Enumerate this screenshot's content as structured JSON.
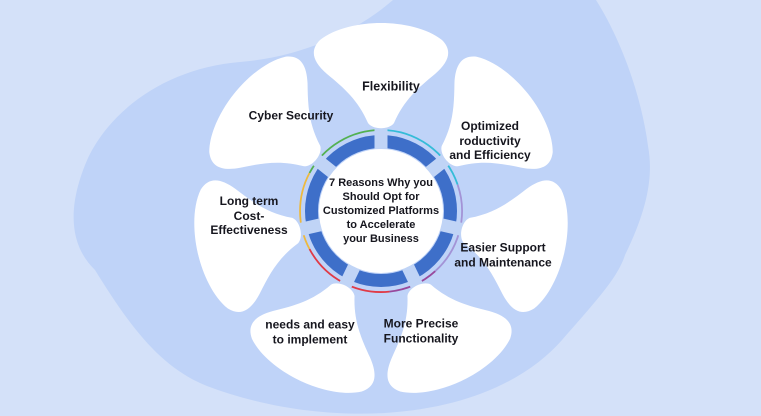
{
  "title": "7 Reasons Why you Should Opt for Customized Platforms to Accelerate your Business",
  "colors": {
    "background": "#d4e1f9",
    "blob": "#bfd3f8",
    "petal": "#ffffff",
    "ring": "#3e6fc9",
    "spoke": "#c0d4f6",
    "disc": "#ffffff",
    "text": "#16161e"
  },
  "center": {
    "label": "7 Reasons Why you Should Opt for Customized Platforms to Accelerate your Business",
    "lines": [
      "7 Reasons Why you",
      "Should Opt for",
      "Customized Platforms",
      "to Accelerate",
      "your Business"
    ]
  },
  "petals": [
    {
      "label": "Flexibility",
      "lines": [
        "Flexibility"
      ]
    },
    {
      "label": "Optimized roductivity and Efficiency",
      "lines": [
        "Optimized",
        "roductivity",
        "and Efficiency"
      ]
    },
    {
      "label": "Easier Support and Maintenance",
      "lines": [
        "Easier Support",
        "and Maintenance"
      ]
    },
    {
      "label": "More Precise Functionality",
      "lines": [
        "More Precise",
        "Functionality"
      ]
    },
    {
      "label": "needs and easy to implement",
      "lines": [
        "needs and easy",
        "to implement"
      ]
    },
    {
      "label": "Long term Cost-Effectiveness",
      "lines": [
        "Long term",
        "Cost-",
        "Effectiveness"
      ]
    },
    {
      "label": "Cyber Security",
      "lines": [
        "Cyber Security"
      ]
    }
  ],
  "ring_arcs": [
    {
      "position": "top-left",
      "color": "#53b152"
    },
    {
      "position": "top-right",
      "color": "#35bcd8"
    },
    {
      "position": "right",
      "color": "#a393d6"
    },
    {
      "position": "bottom-right",
      "color": "#98499c"
    },
    {
      "position": "bottom-left",
      "color": "#e03a46"
    },
    {
      "position": "left",
      "color": "#edb93f"
    }
  ]
}
